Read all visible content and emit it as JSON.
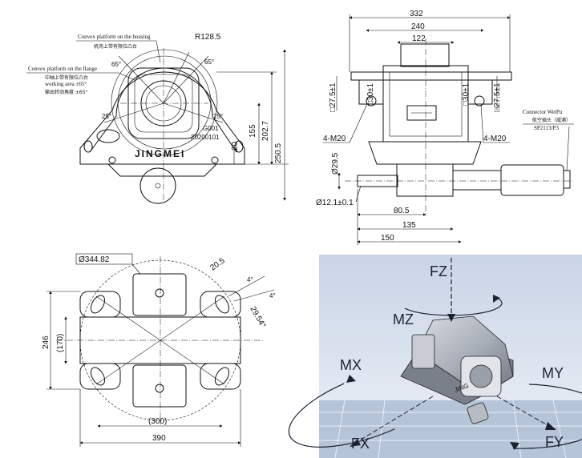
{
  "front_view": {
    "label_housing_en": "Convex platform on the housing",
    "label_housing_cn": "机壳上带有限位凸台",
    "label_flange_en": "Convex platform on the flange",
    "label_flange_cn": "中轴上带有限位凸台",
    "working_area": "working area ±65°",
    "working_area_cn": "输出转动角度 ±65°",
    "radius": "R128.5",
    "angle_65_left": "65°",
    "angle_65_right": "65°",
    "angle_25_left": "25°",
    "angle_25_right": "25°",
    "serial": "G001",
    "date_code": "20200101",
    "brand": "JINGMEI",
    "dim_20": "20",
    "dim_155": "155",
    "dim_202_7": "202.7",
    "dim_250_5": "250.5"
  },
  "side_view": {
    "dim_332": "332",
    "dim_240": "240",
    "dim_122": "122",
    "sq_27_5_left": "□27.5±1",
    "sq_30_left": "□30±1",
    "sq_30_right": "□30±1",
    "sq_27_5_right": "□27.5±1",
    "bolt_left": "4-M20",
    "bolt_right": "4-M20",
    "dia_29_5": "Ø29.5",
    "dia_12_1": "Ø12.1±0.1",
    "dim_80_5": "80.5",
    "dim_135": "135",
    "dim_150": "150",
    "connector_en": "Connector WeiPu",
    "connector_cn": "航空插头（威浦）",
    "connector_part": "SP2113/P3"
  },
  "bottom_view": {
    "dia_344_82": "Ø344.82",
    "dim_20_5": "20.5",
    "dim_4a": "4°",
    "dim_4b": "4°",
    "angle_29_54": "29.54°",
    "dim_246": "246",
    "dim_170": "(170)",
    "dim_300": "(300)",
    "dim_390": "390"
  },
  "render_3d": {
    "fz": "FZ",
    "mz": "MZ",
    "mx": "MX",
    "my": "MY",
    "fx": "FX",
    "fy": "FY",
    "brand_on_body": "JING"
  },
  "colors": {
    "line": "#111111",
    "sky_top": "#c9d4e6",
    "sky_bottom": "#eef2f8",
    "panel": "#9fb0c8",
    "axis_text": "#1c2232"
  }
}
